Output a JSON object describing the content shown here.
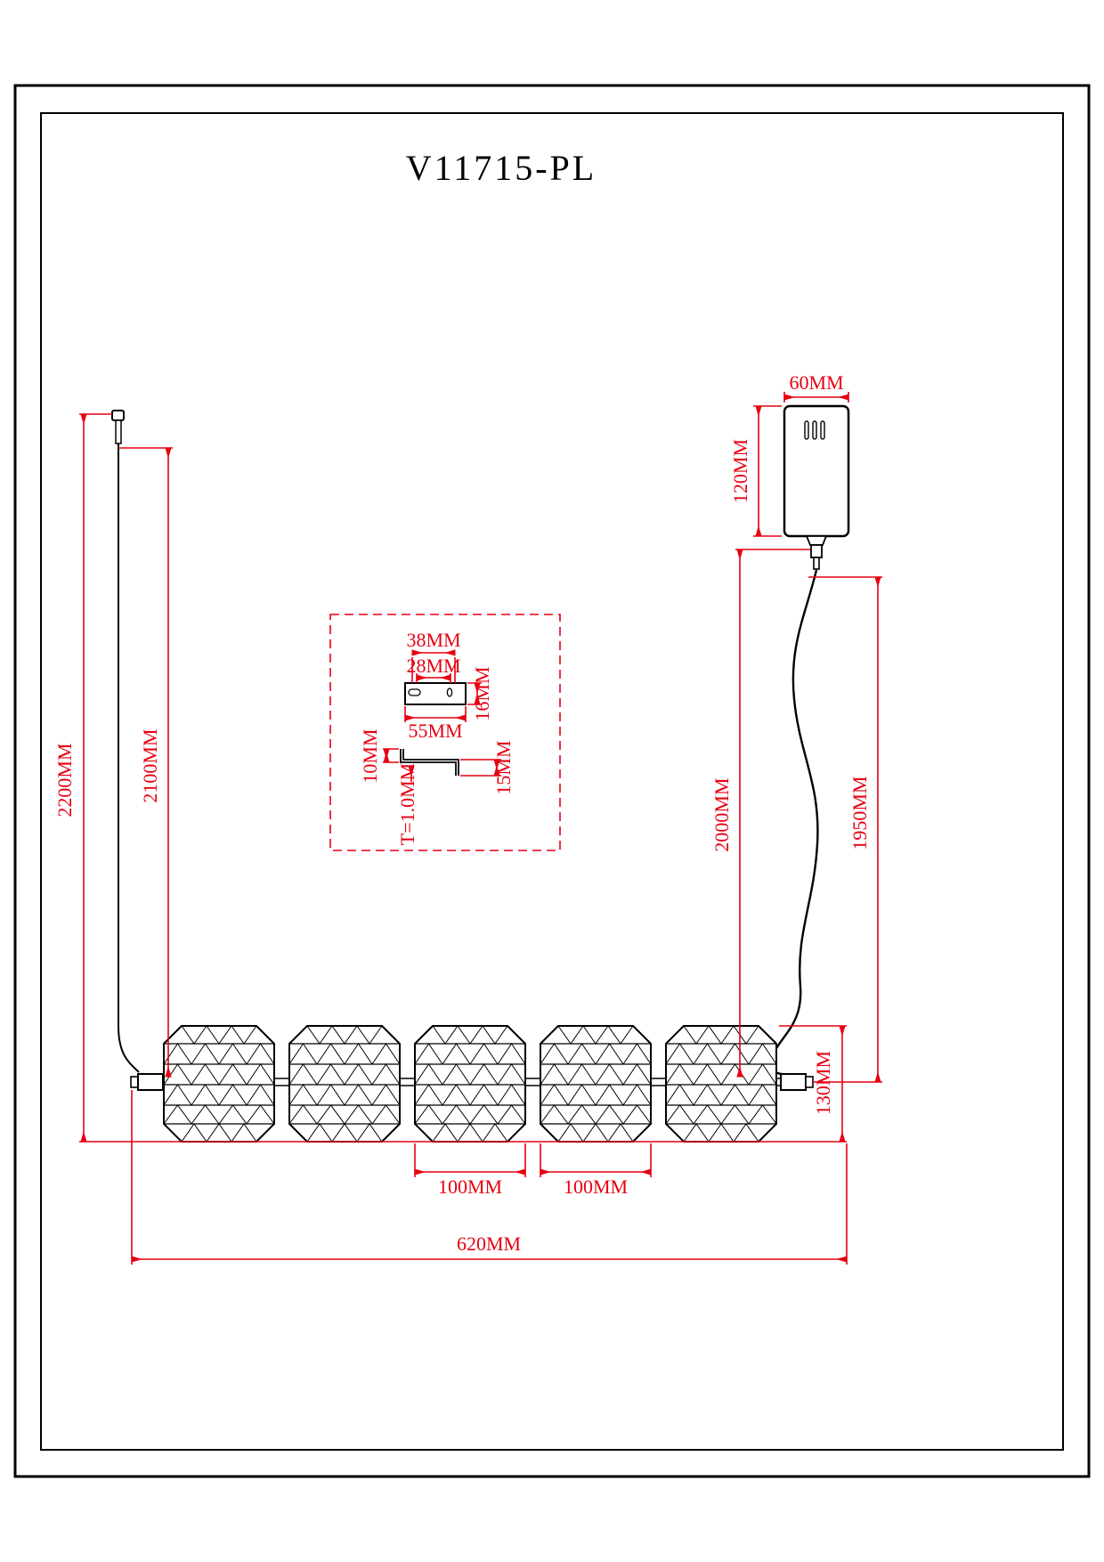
{
  "title": "V11715-PL",
  "labels": {
    "canopy_width": "60MM",
    "canopy_height": "120MM",
    "overall_height": "2200MM",
    "left_cable_length": "2100MM",
    "right_cable_length": "2000MM",
    "right_cable_inner": "1950MM",
    "fixture_height": "130MM",
    "lamp_width_1": "100MM",
    "lamp_width_2": "100MM",
    "fixture_length": "620MM",
    "detail": {
      "slot_span": "38MM",
      "hole_span": "28MM",
      "plate_depth": "16MM",
      "plate_width": "55MM",
      "flange_up": "10MM",
      "flange_down": "15MM",
      "thickness": "T=1.0MM"
    }
  },
  "colors": {
    "drawing_line": "#000000",
    "dimension_line": "#e60012",
    "background": "#ffffff"
  }
}
